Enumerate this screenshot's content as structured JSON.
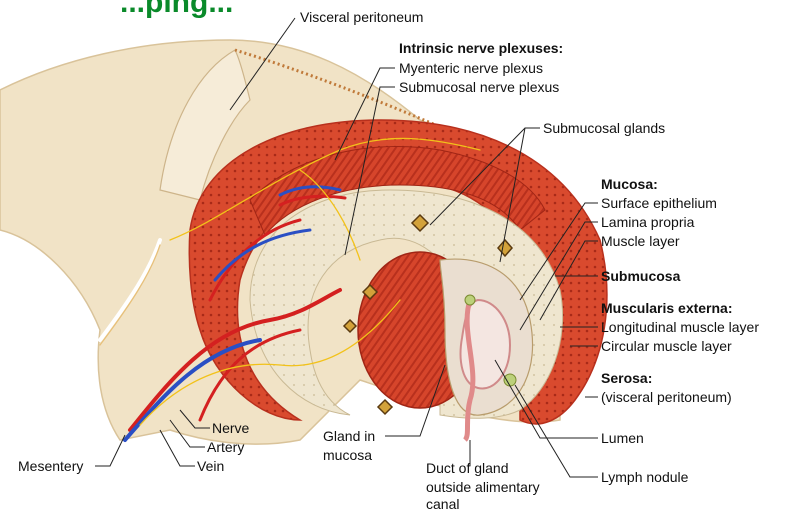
{
  "title_fragment": "...ping...",
  "labels": {
    "visceral_peritoneum": "Visceral peritoneum",
    "intrinsic_nerve_plexuses": "Intrinsic nerve plexuses:",
    "myenteric_nerve_plexus": "Myenteric nerve plexus",
    "submucosal_nerve_plexus": "Submucosal nerve plexus",
    "submucosal_glands": "Submucosal glands",
    "mucosa": "Mucosa:",
    "surface_epithelium": "Surface epithelium",
    "lamina_propria": "Lamina propria",
    "muscle_layer": "Muscle layer",
    "submucosa": "Submucosa",
    "muscularis_externa": "Muscularis externa:",
    "longitudinal_muscle_layer": "Longitudinal muscle layer",
    "circular_muscle_layer": "Circular muscle layer",
    "serosa": "Serosa:",
    "serosa_sub": "(visceral peritoneum)",
    "lumen": "Lumen",
    "lymph_nodule": "Lymph nodule",
    "nerve": "Nerve",
    "artery": "Artery",
    "vein": "Vein",
    "mesentery": "Mesentery",
    "gland_in_mucosa_1": "Gland in",
    "gland_in_mucosa_2": "mucosa",
    "duct_1": "Duct of gland",
    "duct_2": "outside alimentary",
    "duct_3": "canal"
  },
  "colors": {
    "title_green": "#0a8a2a",
    "muscle_red": "#d6452b",
    "submucosa_cream": "#efe6cf",
    "mesentery_tan": "#f1e3c6",
    "artery_red": "#d42020",
    "vein_blue": "#2a4fc4",
    "nerve_yellow": "#f2c21a",
    "leader_line": "#222222"
  }
}
